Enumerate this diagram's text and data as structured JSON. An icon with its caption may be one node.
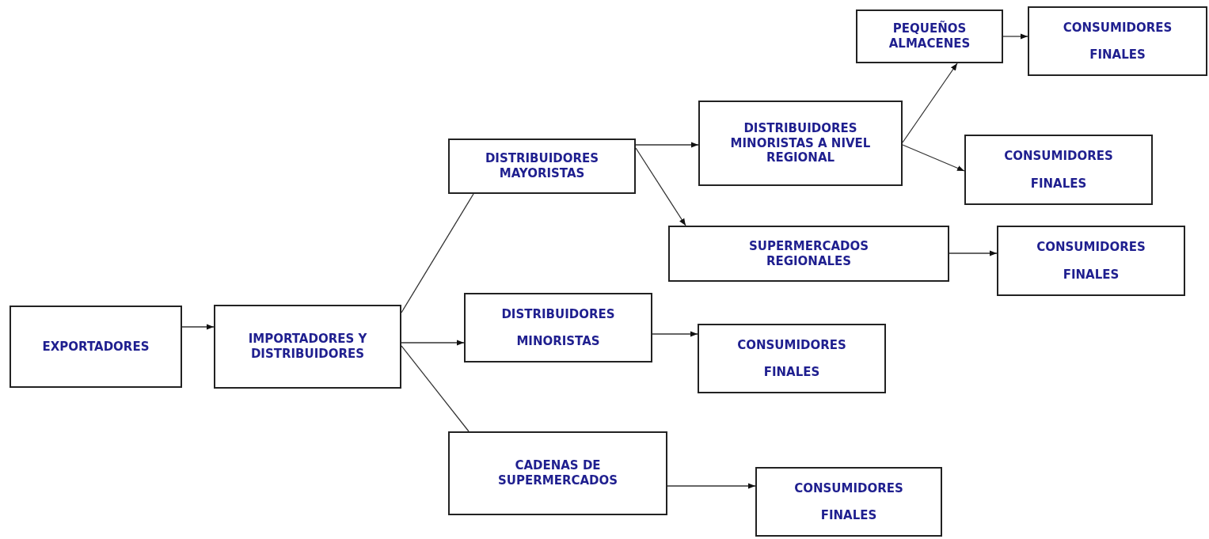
{
  "diagram": {
    "nodes": [
      {
        "text": [
          "EXPORTADORES"
        ]
      },
      {
        "text": [
          "IMPORTADORES Y DISTRIBUIDORES"
        ]
      },
      {
        "text": [
          "DISTRIBUIDORES MAYORISTAS"
        ]
      },
      {
        "text": [
          "DISTRIBUIDORES MINORISTAS A NIVEL REGIONAL"
        ]
      },
      {
        "text": [
          "PEQUEÑOS ALMACENES"
        ]
      },
      {
        "text": [
          "CONSUMIDORES FINALES"
        ]
      },
      {
        "text": [
          "CONSUMIDORES FINALES"
        ]
      },
      {
        "text": [
          "SUPERMERCADOS REGIONALES"
        ]
      },
      {
        "text": [
          "CONSUMIDORES FINALES"
        ]
      },
      {
        "text": [
          "DISTRIBUIDORES MINORISTAS"
        ]
      },
      {
        "text": [
          "CONSUMIDORES FINALES"
        ]
      },
      {
        "text": [
          "CADENAS DE SUPERMERCADOS"
        ]
      },
      {
        "text": [
          "CONSUMIDORES FINALES"
        ]
      }
    ],
    "edges": [
      {
        "from": 0,
        "to": 1,
        "arrow": "to"
      },
      {
        "from": 1,
        "to": 2,
        "arrow": "none"
      },
      {
        "from": 1,
        "to": 9,
        "arrow": "to"
      },
      {
        "from": 1,
        "to": 11,
        "arrow": "none"
      },
      {
        "from": 2,
        "to": 3,
        "arrow": "to"
      },
      {
        "from": 2,
        "to": 7,
        "arrow": "to"
      },
      {
        "from": 3,
        "to": 4,
        "arrow": "to"
      },
      {
        "from": 3,
        "to": 6,
        "arrow": "to"
      },
      {
        "from": 4,
        "to": 5,
        "arrow": "to"
      },
      {
        "from": 7,
        "to": 8,
        "arrow": "to"
      },
      {
        "from": 9,
        "to": 10,
        "arrow": "to"
      },
      {
        "from": 11,
        "to": 12,
        "arrow": "to"
      }
    ]
  }
}
